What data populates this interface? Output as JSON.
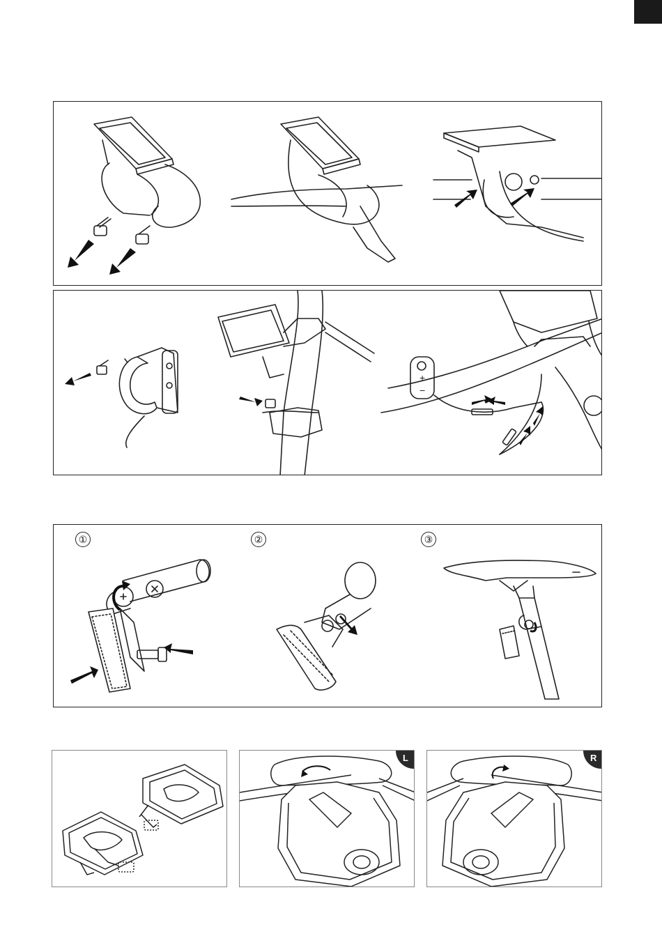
{
  "colors": {
    "tab": "#1a1a1a",
    "line": "#222222",
    "badge": "#2a2a2a"
  },
  "reflector_steps": [
    "①",
    "②",
    "③"
  ],
  "pedal_badges": {
    "left": "L",
    "right": "R"
  }
}
